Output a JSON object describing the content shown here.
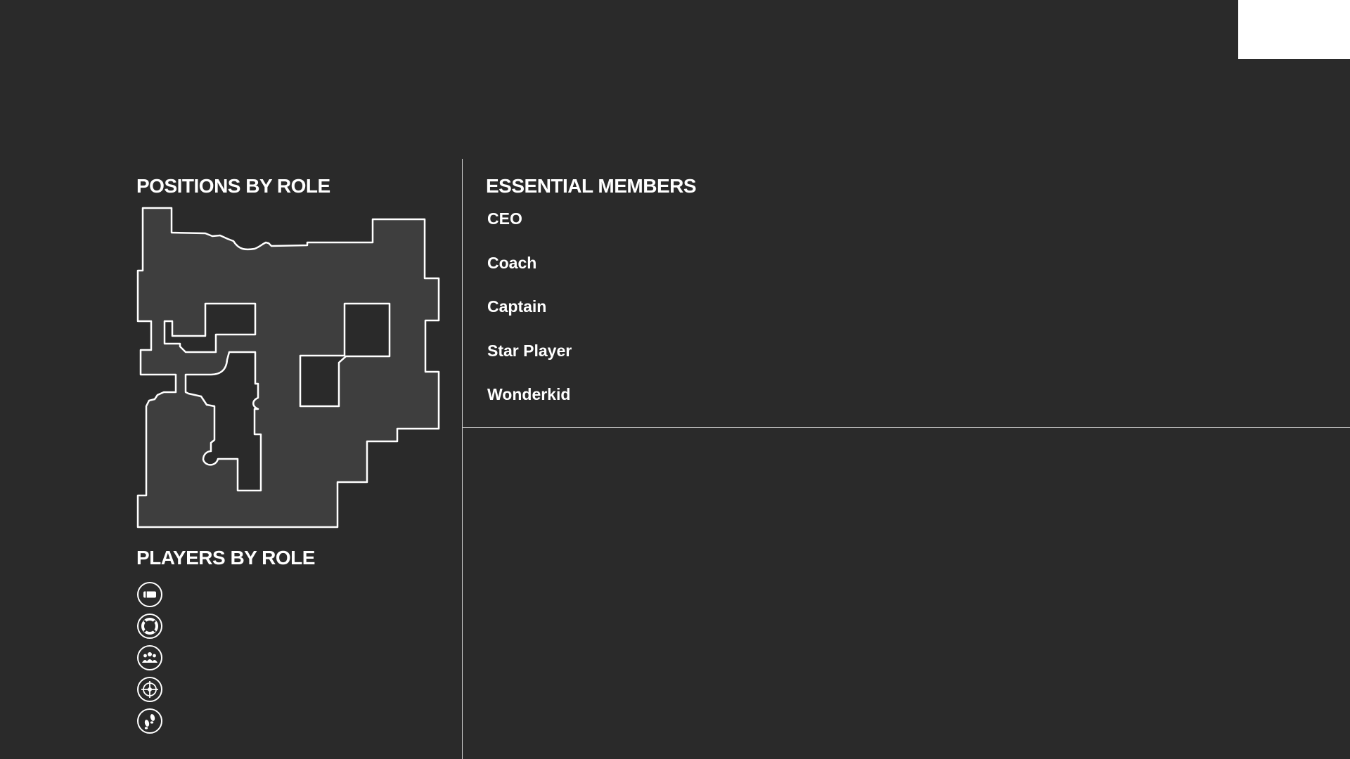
{
  "positions": {
    "title": "POSITIONS BY ROLE",
    "map_icon": "map-floorplan"
  },
  "players": {
    "title": "PLAYERS BY ROLE",
    "roles": [
      {
        "icon": "tank-role-icon"
      },
      {
        "icon": "support-role-icon"
      },
      {
        "icon": "team-role-icon"
      },
      {
        "icon": "sniper-role-icon"
      },
      {
        "icon": "scout-role-icon"
      }
    ]
  },
  "members": {
    "title": "ESSENTIAL MEMBERS",
    "items": [
      "CEO",
      "Coach",
      "Captain",
      "Star Player",
      "Wonderkid"
    ]
  },
  "colors": {
    "background": "#2a2a2a",
    "map_fill": "#3e3e3e",
    "line": "#ffffff",
    "corner_box": "#ffffff"
  }
}
